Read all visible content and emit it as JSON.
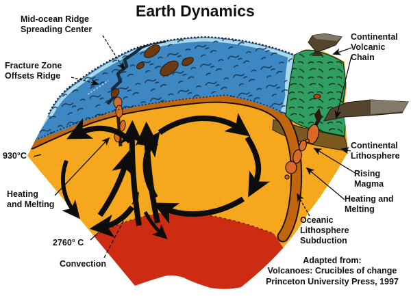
{
  "title": "Earth Dynamics",
  "labels": {
    "mid_ocean_ridge": "Mid-ocean Ridge\nSpreading Center",
    "fracture_zone": "Fracture Zone\nOffsets Ridge",
    "temp_930": "930°C",
    "heating_melting_left": "Heating\nand Melting",
    "temp_2760": "2760° C",
    "convection": "Convection",
    "continental_volcanic_chain": "Continental\nVolcanic\nChain",
    "continental_lithosphere": "Continental\nLithosphere",
    "rising_magma": "Rising\nMagma",
    "heating_melting_right": "Heating and\nMelting",
    "oceanic_subduction": "Oceanic\nLithosphere\nSubduction",
    "credit": "Adapted from:\nVolcanoes: Crucibles of change\nPrinceton University Press, 1997"
  },
  "colors": {
    "background": "#ffffff",
    "ocean": "#3d87c2",
    "ocean_light": "#aad8ec",
    "crust": "#c2660e",
    "mantle": "#f6a81f",
    "deep_red": "#cd2c12",
    "continent": "#2f9e60",
    "lithosphere_brown": "#7a5a20",
    "magma": "#d96a28",
    "plume_dark": "#55452f",
    "plume_light": "#8a8272",
    "arrow": "#0d0d0d",
    "text": "#111111"
  }
}
